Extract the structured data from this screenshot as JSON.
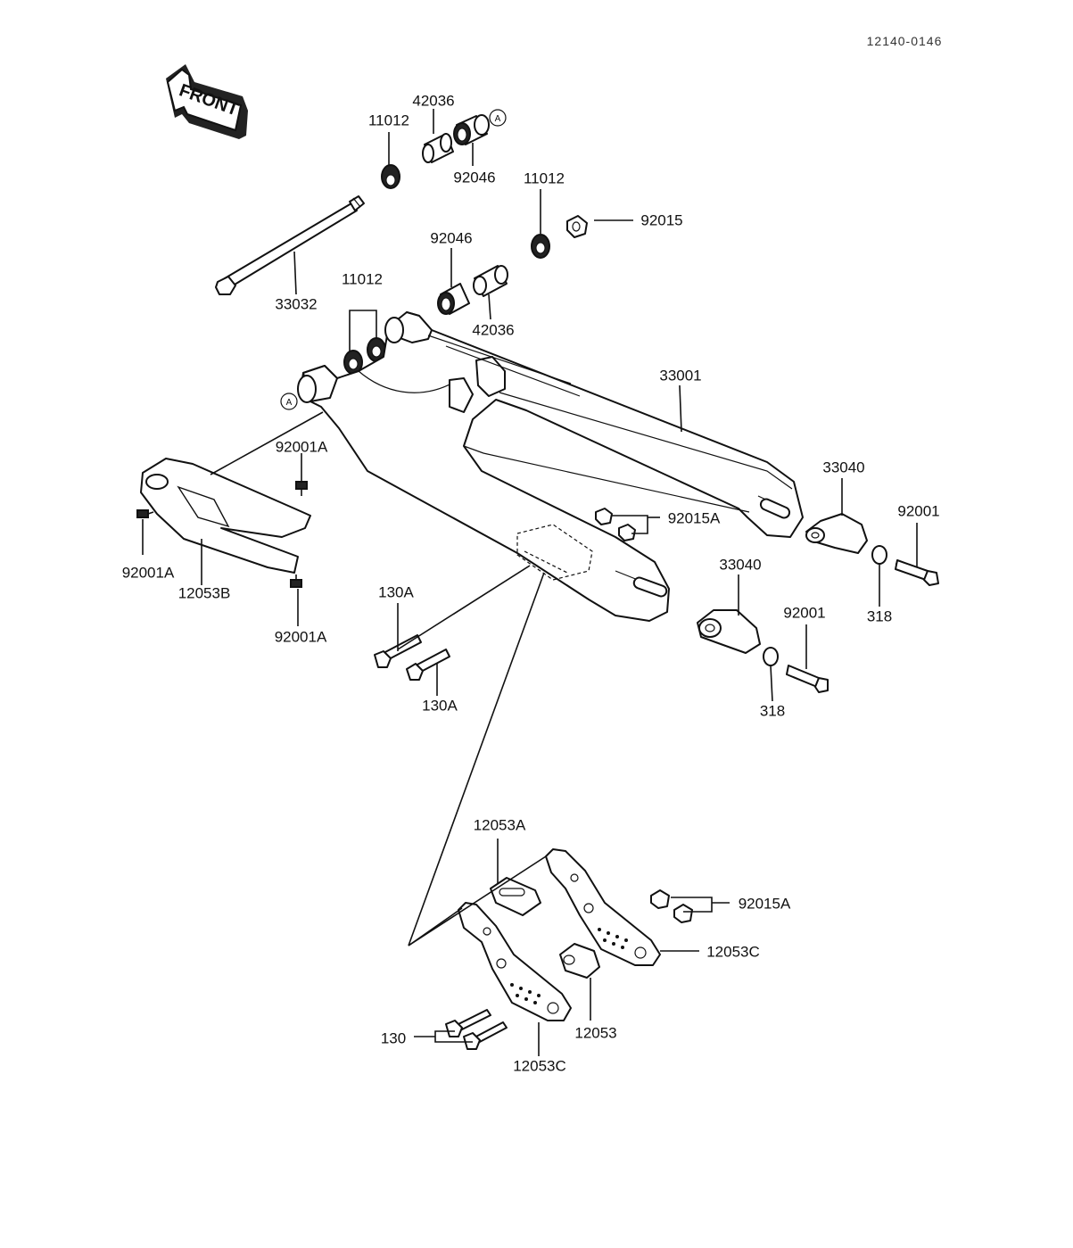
{
  "document": {
    "drawing_id": "12140-0146"
  },
  "front_arrow": {
    "text": "FRONT"
  },
  "callouts": [
    {
      "id": "lbl-42036-top",
      "text": "42036"
    },
    {
      "id": "lbl-11012-top",
      "text": "11012"
    },
    {
      "id": "lbl-92046-top",
      "text": "92046"
    },
    {
      "id": "lbl-11012-right",
      "text": "11012"
    },
    {
      "id": "lbl-92015",
      "text": "92015"
    },
    {
      "id": "lbl-92046-mid",
      "text": "92046"
    },
    {
      "id": "lbl-11012-mid",
      "text": "11012"
    },
    {
      "id": "lbl-33032",
      "text": "33032"
    },
    {
      "id": "lbl-42036-mid",
      "text": "42036"
    },
    {
      "id": "lbl-33001",
      "text": "33001"
    },
    {
      "id": "lbl-92001A-top",
      "text": "92001A"
    },
    {
      "id": "lbl-33040-right",
      "text": "33040"
    },
    {
      "id": "lbl-92001-right",
      "text": "92001"
    },
    {
      "id": "lbl-92015A-mid",
      "text": "92015A"
    },
    {
      "id": "lbl-92001A-left",
      "text": "92001A"
    },
    {
      "id": "lbl-12053B",
      "text": "12053B"
    },
    {
      "id": "lbl-33040-mid",
      "text": "33040"
    },
    {
      "id": "lbl-318-right",
      "text": "318"
    },
    {
      "id": "lbl-130A-top",
      "text": "130A"
    },
    {
      "id": "lbl-92001A-bottom",
      "text": "92001A"
    },
    {
      "id": "lbl-92001-mid",
      "text": "92001"
    },
    {
      "id": "lbl-130A-bottom",
      "text": "130A"
    },
    {
      "id": "lbl-318-mid",
      "text": "318"
    },
    {
      "id": "lbl-12053A",
      "text": "12053A"
    },
    {
      "id": "lbl-92015A-bottom",
      "text": "92015A"
    },
    {
      "id": "lbl-12053C-right",
      "text": "12053C"
    },
    {
      "id": "lbl-12053",
      "text": "12053"
    },
    {
      "id": "lbl-130",
      "text": "130"
    },
    {
      "id": "lbl-12053C-bottom",
      "text": "12053C"
    }
  ],
  "reference_marks": [
    {
      "id": "ref-a-top",
      "text": "A"
    },
    {
      "id": "ref-a-left",
      "text": "A"
    }
  ]
}
